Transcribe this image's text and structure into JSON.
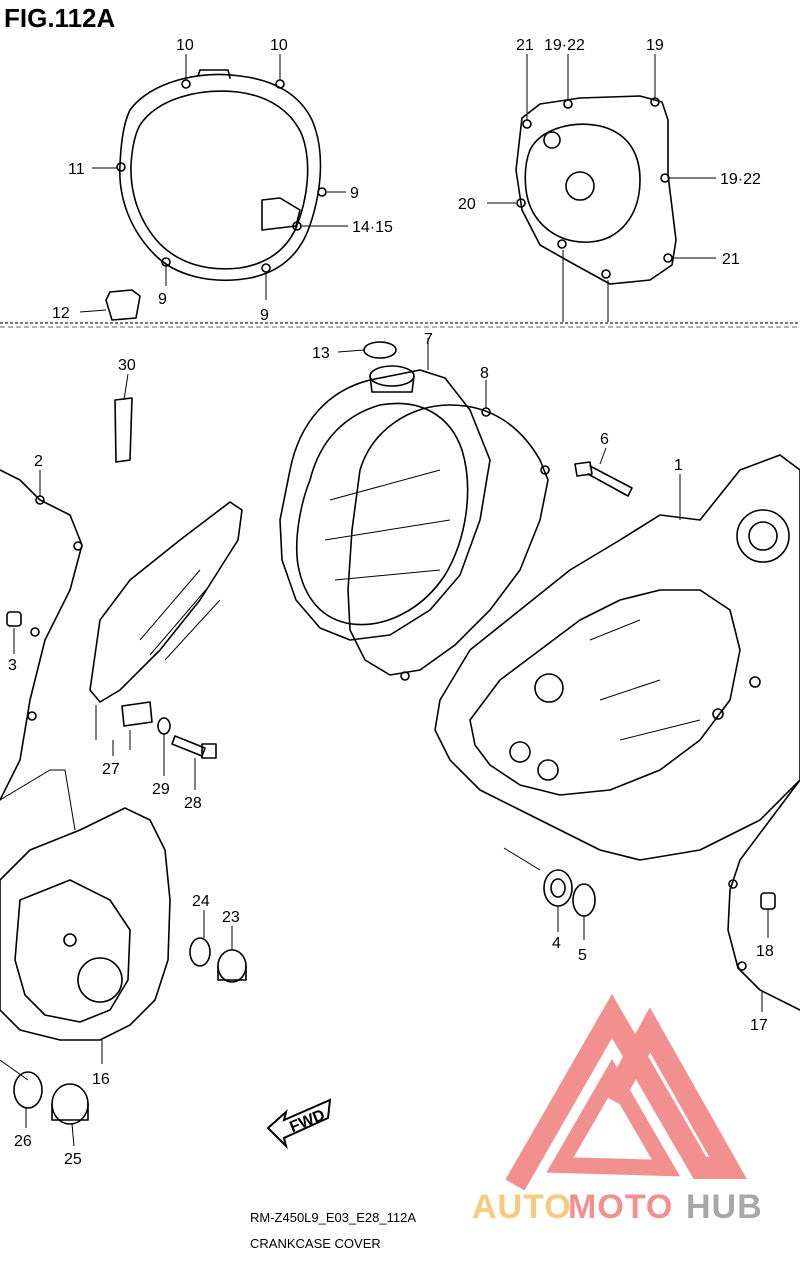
{
  "figure": {
    "title": "FIG.112A",
    "model_code": "RM-Z450L9_E03_E28_112A",
    "caption": "CRANKCASE COVER"
  },
  "callouts": [
    {
      "id": "c-10a",
      "text": "10"
    },
    {
      "id": "c-10b",
      "text": "10"
    },
    {
      "id": "c-11",
      "text": "11"
    },
    {
      "id": "c-9a",
      "text": "9"
    },
    {
      "id": "c-1415",
      "text": "14·15"
    },
    {
      "id": "c-9b",
      "text": "9"
    },
    {
      "id": "c-9c",
      "text": "9"
    },
    {
      "id": "c-12",
      "text": "12"
    },
    {
      "id": "c-21a",
      "text": "21"
    },
    {
      "id": "c-1922a",
      "text": "19·22"
    },
    {
      "id": "c-19",
      "text": "19"
    },
    {
      "id": "c-1922b",
      "text": "19·22"
    },
    {
      "id": "c-20",
      "text": "20"
    },
    {
      "id": "c-21b",
      "text": "21"
    },
    {
      "id": "c-13",
      "text": "13"
    },
    {
      "id": "c-7",
      "text": "7"
    },
    {
      "id": "c-8",
      "text": "8"
    },
    {
      "id": "c-30",
      "text": "30"
    },
    {
      "id": "c-2",
      "text": "2"
    },
    {
      "id": "c-6",
      "text": "6"
    },
    {
      "id": "c-1",
      "text": "1"
    },
    {
      "id": "c-3",
      "text": "3"
    },
    {
      "id": "c-27",
      "text": "27"
    },
    {
      "id": "c-29",
      "text": "29"
    },
    {
      "id": "c-28",
      "text": "28"
    },
    {
      "id": "c-24",
      "text": "24"
    },
    {
      "id": "c-23",
      "text": "23"
    },
    {
      "id": "c-4",
      "text": "4"
    },
    {
      "id": "c-5",
      "text": "5"
    },
    {
      "id": "c-18",
      "text": "18"
    },
    {
      "id": "c-17",
      "text": "17"
    },
    {
      "id": "c-16",
      "text": "16"
    },
    {
      "id": "c-26",
      "text": "26"
    },
    {
      "id": "c-25",
      "text": "25"
    }
  ],
  "fwd_arrow": {
    "label": "FWD"
  },
  "watermark": {
    "text_auto": "AUTO",
    "text_moto": "MOTO",
    "text_hub": "HUB",
    "color_primary": "#f07d7d",
    "color_auto": "#f5c26b",
    "color_hub": "#9a9a9a"
  }
}
